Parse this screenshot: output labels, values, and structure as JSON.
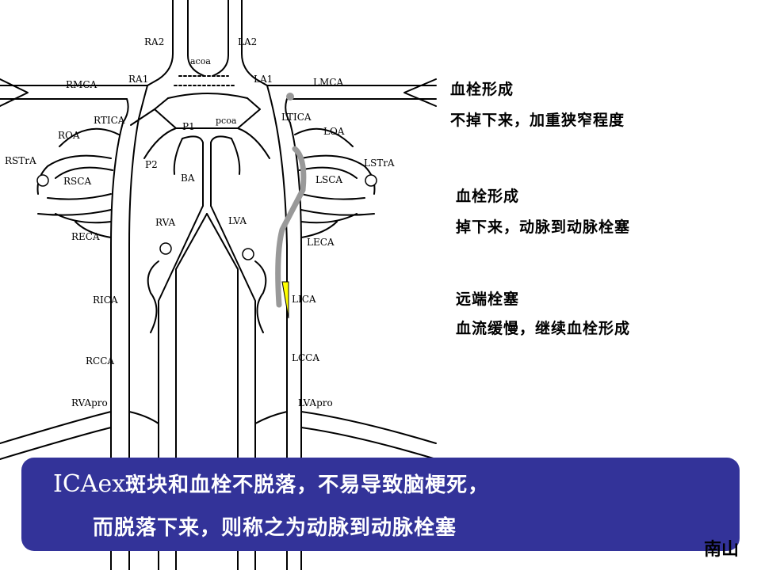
{
  "diagram": {
    "labels": {
      "ra2": "RA2",
      "la2": "LA2",
      "acoa": "acoa",
      "ra1": "RA1",
      "la1": "LA1",
      "rmca": "RMCA",
      "lmca": "LMCA",
      "rtica": "RTICA",
      "ltica": "LTICA",
      "p1": "P1",
      "pcoa": "pcoa",
      "roa": "ROA",
      "loa": "LOA",
      "rstra": "RSTrA",
      "lstra": "LSTrA",
      "p2": "P2",
      "rsca": "RSCA",
      "lsca": "LSCA",
      "ba": "BA",
      "rva": "RVA",
      "lva": "LVA",
      "reca": "RECA",
      "leca": "LECA",
      "rica": "RICA",
      "lica": "LICA",
      "rcca": "RCCA",
      "lcca": "LCCA",
      "rvapro": "RVApro",
      "lvapro": "LVApro"
    },
    "colors": {
      "vessel_outline": "#000000",
      "thrombus": "#999999",
      "plaque": "#ffff00"
    }
  },
  "notes": [
    {
      "title": "血栓形成",
      "detail": "不掉下来，加重狭窄程度"
    },
    {
      "title": "血栓形成",
      "detail": "掉下来，动脉到动脉栓塞"
    },
    {
      "title": "远端栓塞",
      "detail": "血流缓慢，继续血栓形成"
    }
  ],
  "summary": {
    "abbr": "ICAex",
    "line1_rest": "斑块和血栓不脱落，不易导致脑梗死，",
    "line2": "而脱落下来，则称之为动脉到动脉栓塞",
    "background": "#333399"
  },
  "corner_mark": "南山"
}
